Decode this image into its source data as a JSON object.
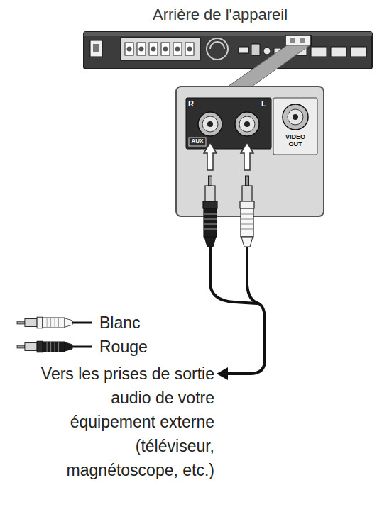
{
  "diagram": {
    "title": "Arrière de l'appareil",
    "labels": [
      "R",
      "L",
      "AUX",
      "VIDEO OUT",
      "Vers les prises de sortie audio de votre équipement externe (téléviseur, magnétoscope, etc.)"
    ],
    "legend": [
      {
        "text": "Blanc"
      },
      {
        "text": "Rouge"
      }
    ]
  }
}
